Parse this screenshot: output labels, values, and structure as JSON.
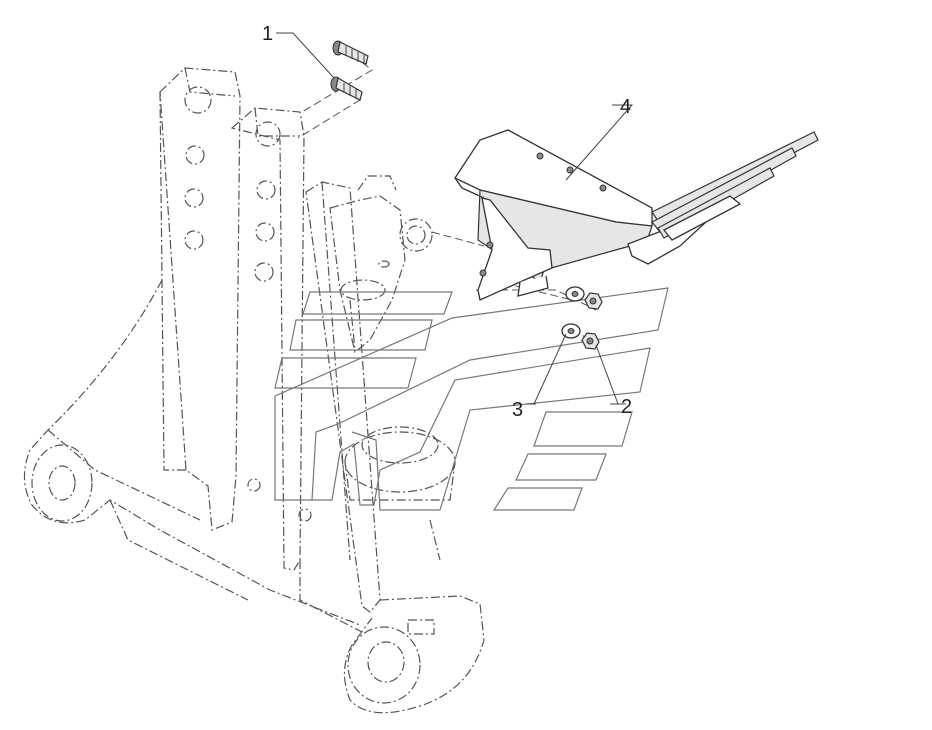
{
  "callouts": [
    {
      "id": "1",
      "label": "1",
      "part": "bolt"
    },
    {
      "id": "2",
      "label": "2",
      "part": "nut"
    },
    {
      "id": "3",
      "label": "3",
      "part": "washer"
    },
    {
      "id": "4",
      "label": "4",
      "part": "bracket"
    }
  ],
  "colors": {
    "line": "#333333",
    "ghost": "#555555",
    "shade": "#e6e6e6",
    "background": "#ffffff"
  }
}
